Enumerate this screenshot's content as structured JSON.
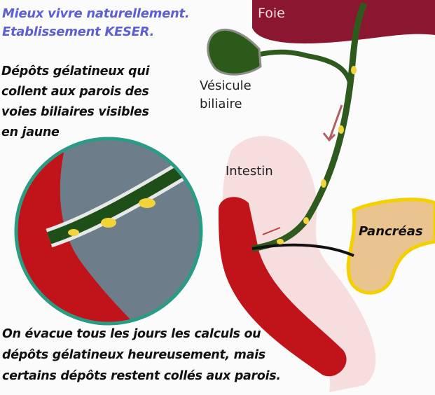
{
  "header": {
    "title_lines": [
      "Mieux vivre naturellement.",
      "Etablissement KESER."
    ]
  },
  "description_lines": [
    "Dépôts gélatineux qui",
    "collent aux parois des",
    "voies biliaires visibles",
    "en jaune"
  ],
  "labels": {
    "foie": "Foie",
    "vesicule": [
      "Vésicule",
      "biliaire"
    ],
    "intestin": "Intestin",
    "pancreas": "Pancréas"
  },
  "footer_lines": [
    "On évacue tous les jours les calculs ou",
    "dépôts gélatineux heureusement, mais",
    "certains dépôts restent collés aux parois."
  ],
  "colors": {
    "title": "#5d5fd2",
    "liver": "#8b1630",
    "bile_duct": "#2f5a1e",
    "deposit": "#f2d33a",
    "intestine": "#c0141a",
    "pancreas": "#e9c48f",
    "inset_border": "#2a9c84",
    "inset_fill": "#6d7d89"
  }
}
